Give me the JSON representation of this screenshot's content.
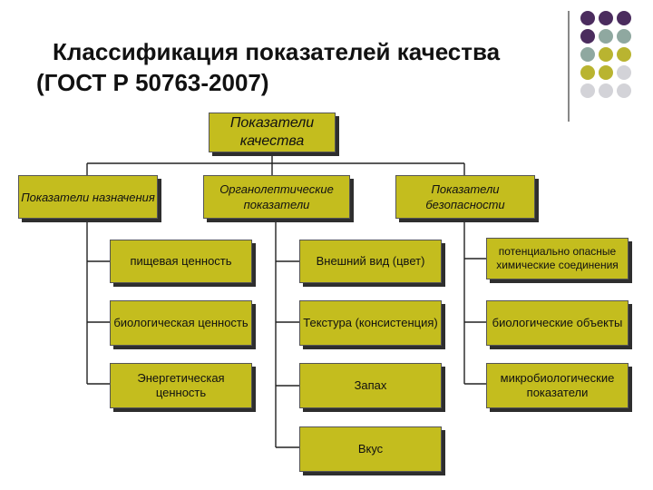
{
  "title": {
    "line1": "Классификация показателей качества",
    "line2": "(ГОСТ Р 50763-2007)"
  },
  "root": "Показатели качества",
  "groups": [
    {
      "header": "Показатели назначения",
      "items": [
        "пищевая ценность",
        "биологическая ценность",
        "Энергетическая ценность"
      ]
    },
    {
      "header": "Органолептические показатели",
      "items": [
        "Внешний вид (цвет)",
        "Текстура (консистенция)",
        "Запах",
        "Вкус"
      ]
    },
    {
      "header": "Показатели безопасности",
      "items": [
        "потенциально опасные химические соединения",
        "биологические объекты",
        "микробиологические показатели"
      ]
    }
  ],
  "colors": {
    "box_fill": "#c4bd1e",
    "dot_purple": "#4b2c5e",
    "dot_teal": "#8fa8a0",
    "dot_olive": "#b9b430",
    "dot_gray": "#d3d3d8"
  }
}
